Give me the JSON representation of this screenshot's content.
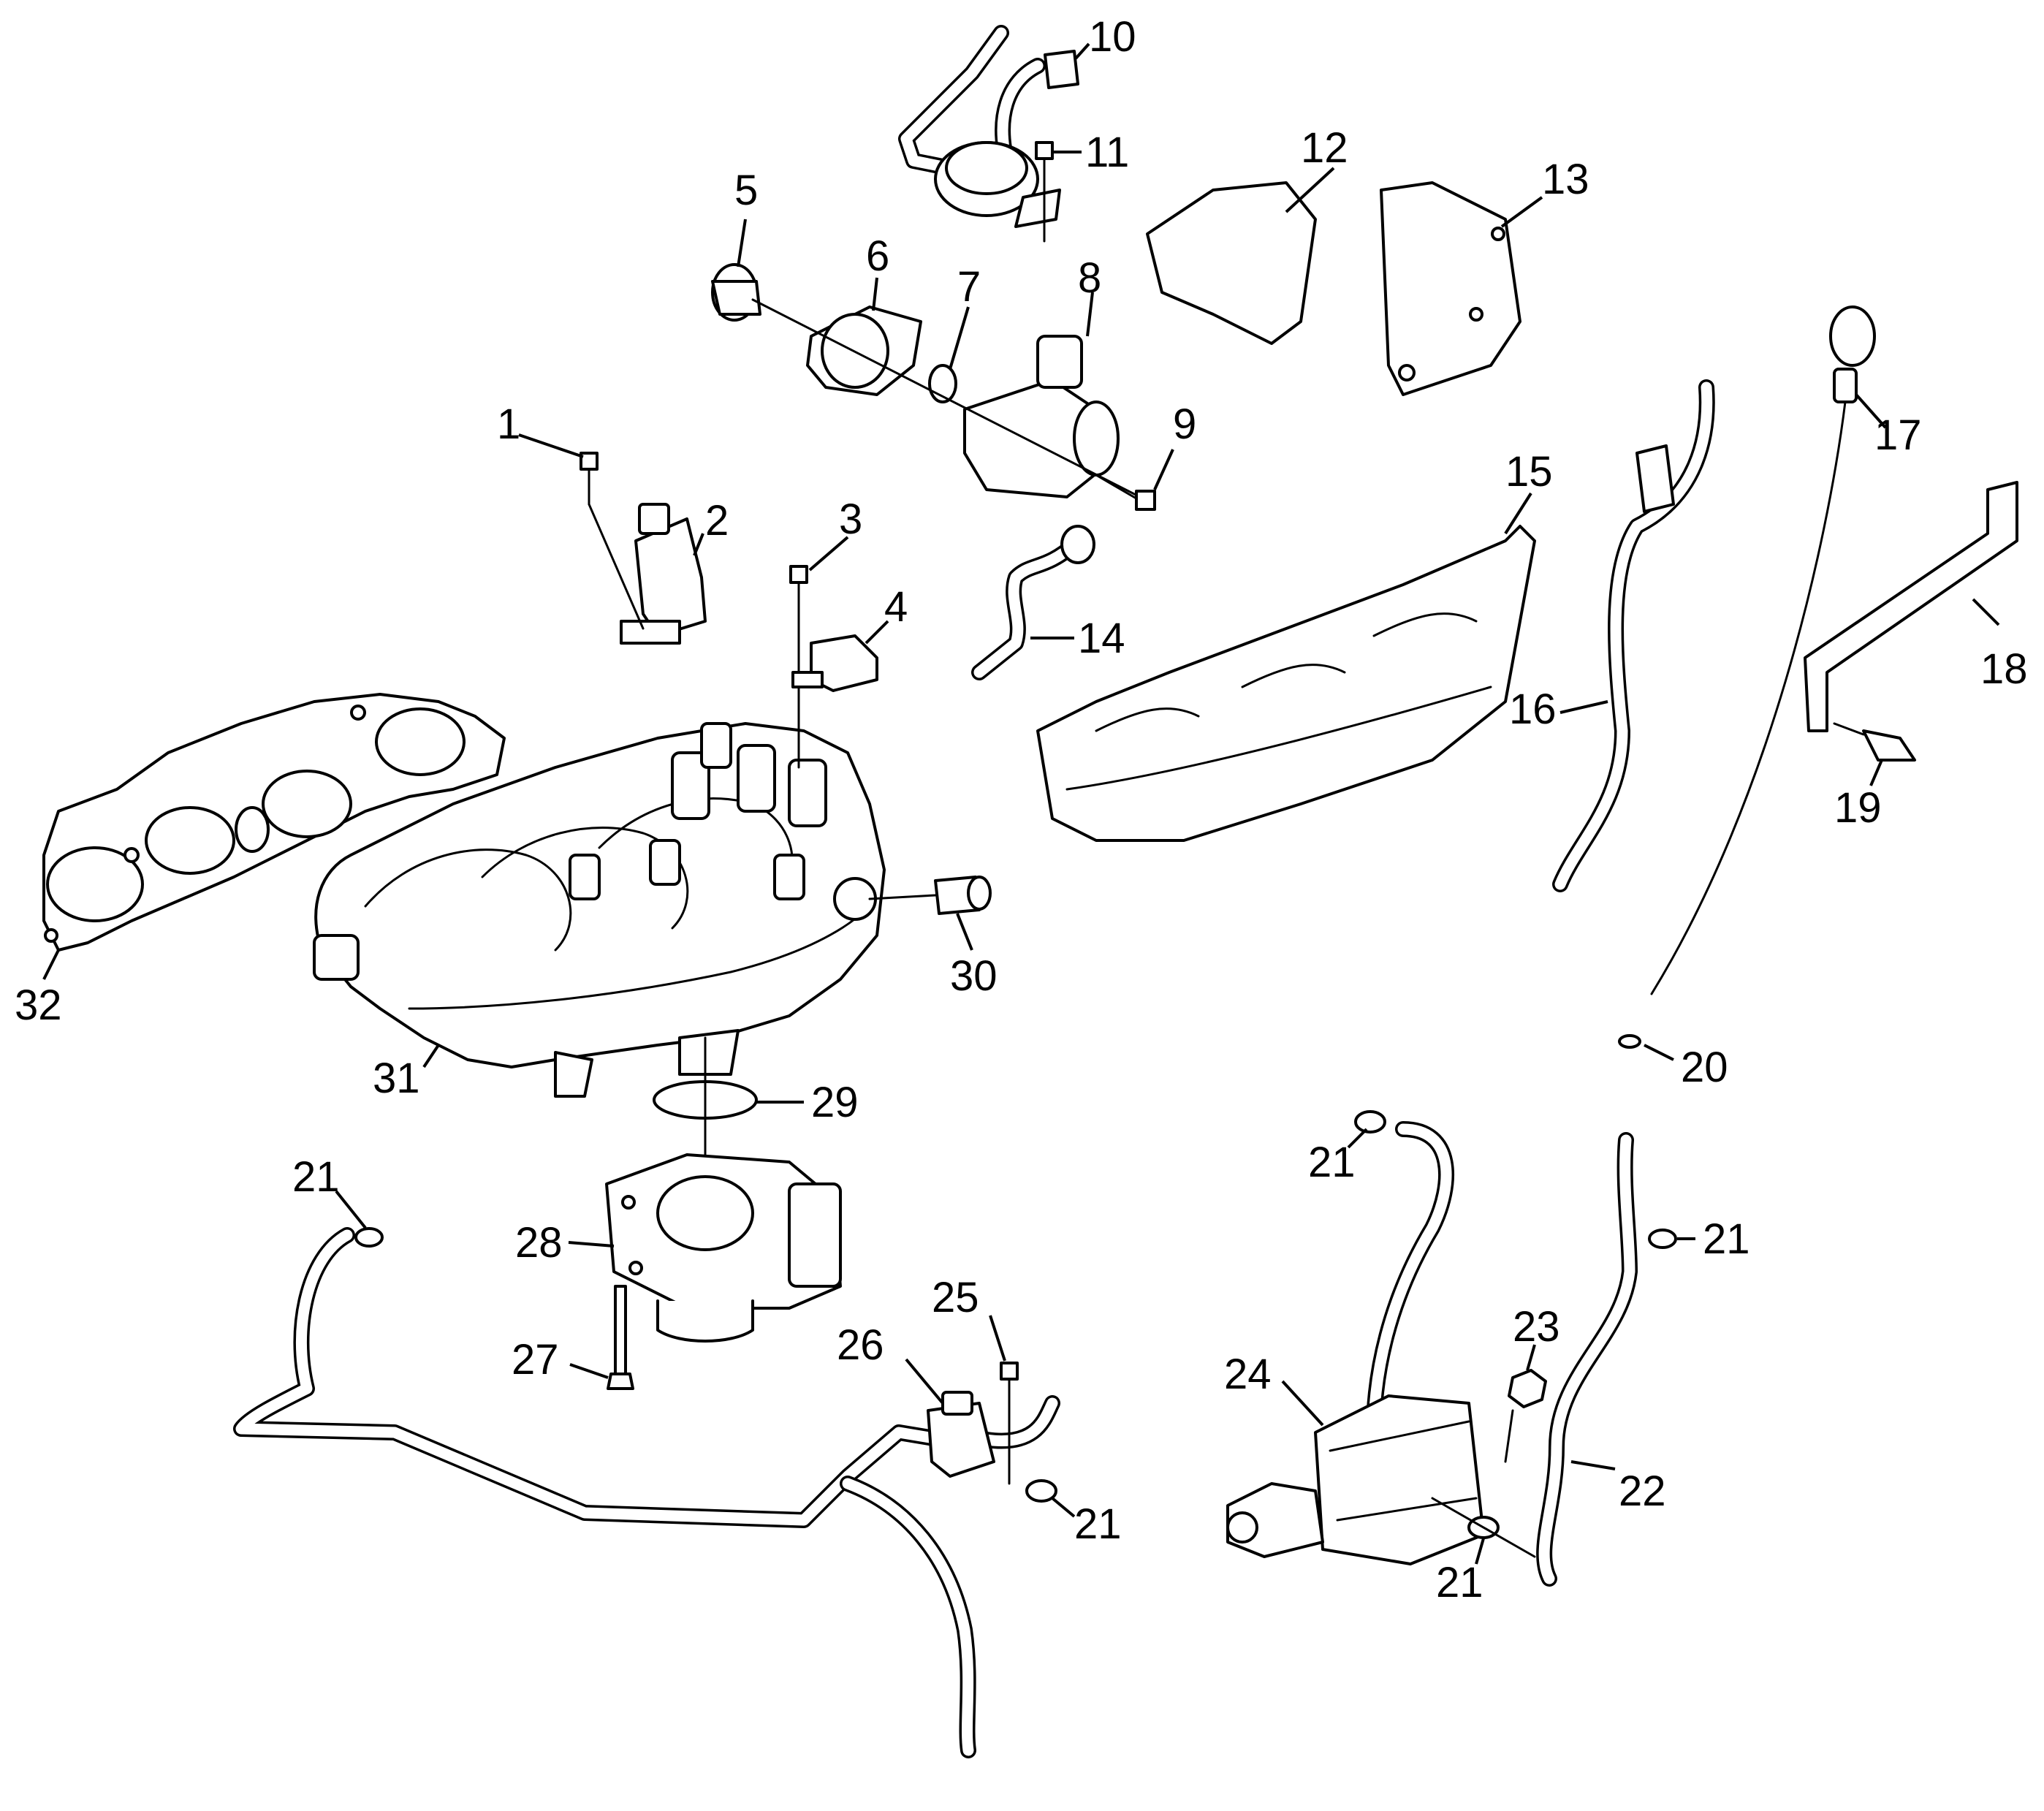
{
  "callouts": [
    {
      "id": "1",
      "label": "1"
    },
    {
      "id": "2",
      "label": "2"
    },
    {
      "id": "3",
      "label": "3"
    },
    {
      "id": "4",
      "label": "4"
    },
    {
      "id": "5",
      "label": "5"
    },
    {
      "id": "6",
      "label": "6"
    },
    {
      "id": "7",
      "label": "7"
    },
    {
      "id": "8",
      "label": "8"
    },
    {
      "id": "9",
      "label": "9"
    },
    {
      "id": "10",
      "label": "10"
    },
    {
      "id": "11",
      "label": "11"
    },
    {
      "id": "12",
      "label": "12"
    },
    {
      "id": "13",
      "label": "13"
    },
    {
      "id": "14",
      "label": "14"
    },
    {
      "id": "15",
      "label": "15"
    },
    {
      "id": "16",
      "label": "16"
    },
    {
      "id": "17",
      "label": "17"
    },
    {
      "id": "18",
      "label": "18"
    },
    {
      "id": "19",
      "label": "19"
    },
    {
      "id": "20",
      "label": "20"
    },
    {
      "id": "21a",
      "label": "21"
    },
    {
      "id": "21b",
      "label": "21"
    },
    {
      "id": "21c",
      "label": "21"
    },
    {
      "id": "21d",
      "label": "21"
    },
    {
      "id": "21e",
      "label": "21"
    },
    {
      "id": "22",
      "label": "22"
    },
    {
      "id": "23",
      "label": "23"
    },
    {
      "id": "24",
      "label": "24"
    },
    {
      "id": "25",
      "label": "25"
    },
    {
      "id": "26",
      "label": "26"
    },
    {
      "id": "27",
      "label": "27"
    },
    {
      "id": "28",
      "label": "28"
    },
    {
      "id": "29",
      "label": "29"
    },
    {
      "id": "30",
      "label": "30"
    },
    {
      "id": "31",
      "label": "31"
    },
    {
      "id": "32",
      "label": "32"
    }
  ]
}
